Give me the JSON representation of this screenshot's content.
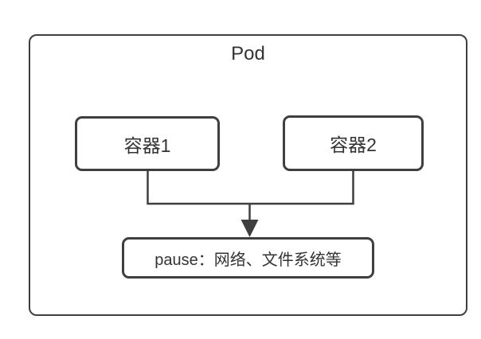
{
  "diagram": {
    "title": "Pod",
    "nodes": [
      {
        "id": "container1",
        "label": "容器1"
      },
      {
        "id": "container2",
        "label": "容器2"
      },
      {
        "id": "pause",
        "label": "pause：网络、文件系统等"
      }
    ],
    "edges": [
      {
        "from": "container1",
        "to": "pause",
        "style": "elbow-merge-arrow"
      },
      {
        "from": "container2",
        "to": "pause",
        "style": "elbow-merge-arrow"
      }
    ],
    "icons": [
      {
        "name": "arrow-down-icon",
        "meaning": "containers depend on pause container"
      }
    ],
    "colors": {
      "stroke": "#3f3f3f",
      "text": "#333333",
      "background": "#ffffff"
    }
  }
}
